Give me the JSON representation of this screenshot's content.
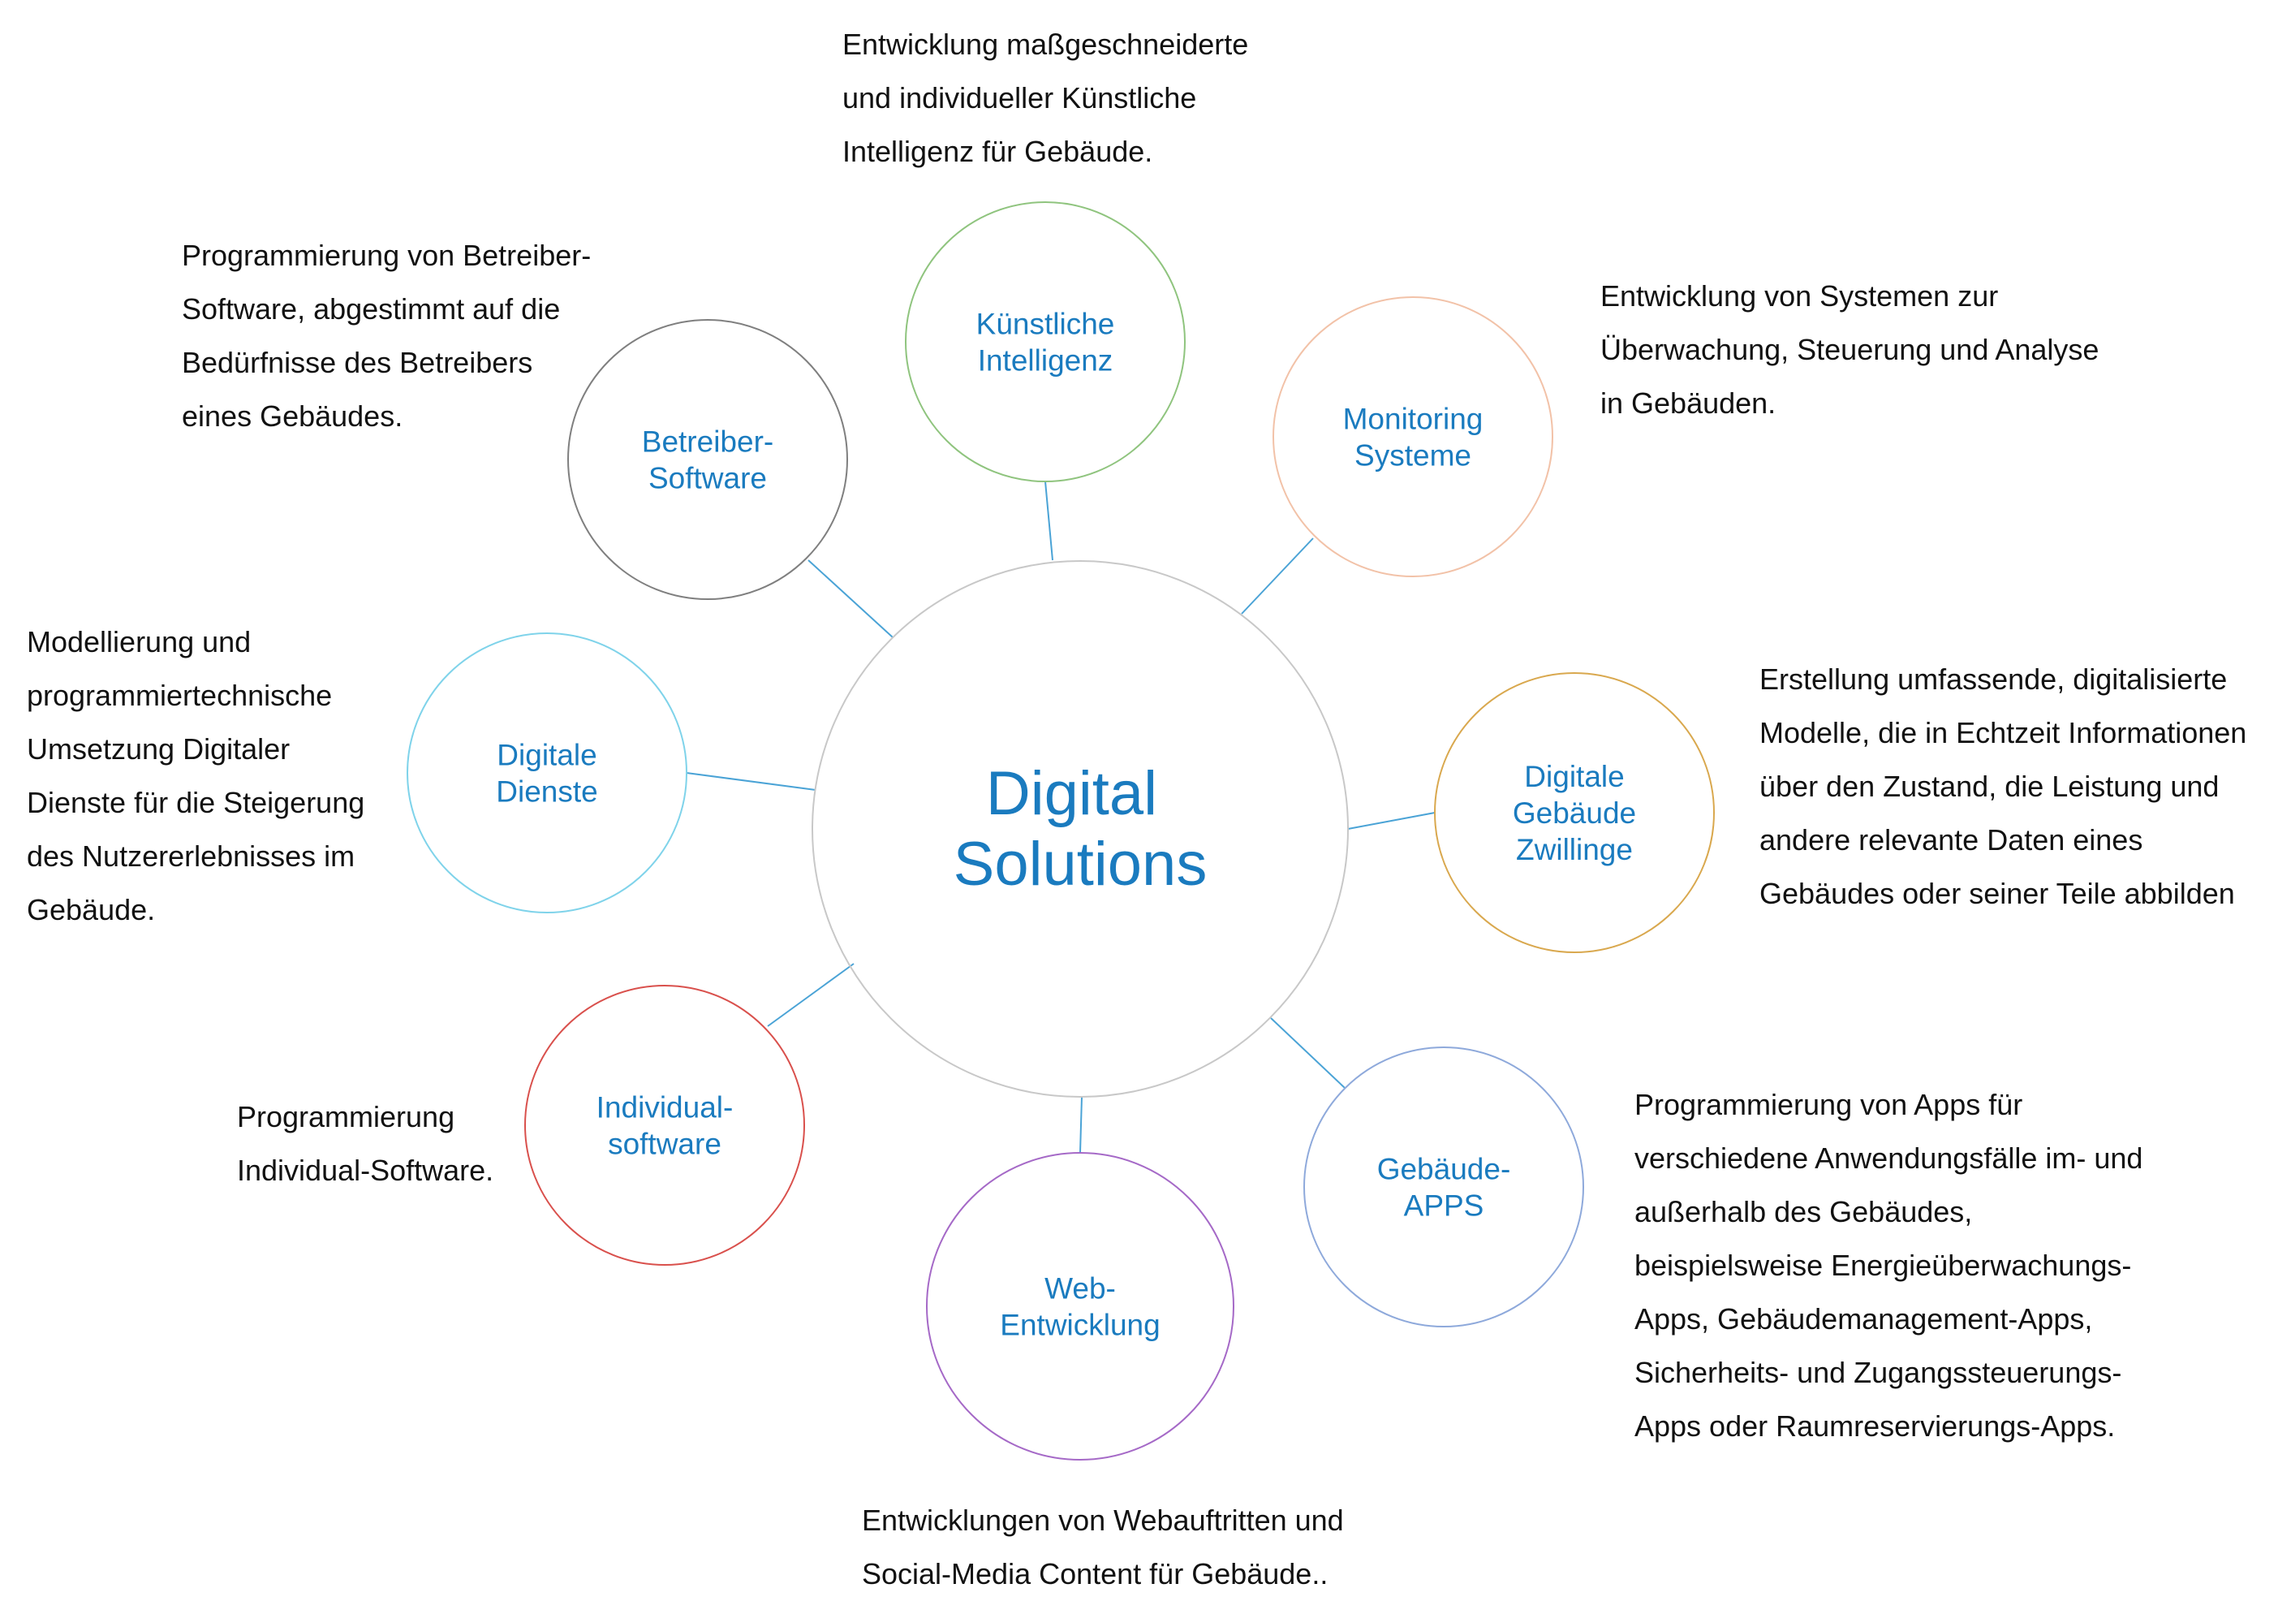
{
  "center": {
    "lines": [
      "Digital",
      "Solutions"
    ]
  },
  "nodes": [
    {
      "id": "kuenstliche-intelligenz",
      "lines": [
        "Künstliche",
        "Intelligenz"
      ],
      "color": "#8fc47e"
    },
    {
      "id": "monitoring-systeme",
      "lines": [
        "Monitoring",
        "Systeme"
      ],
      "color": "#f2c2a8"
    },
    {
      "id": "digitale-gebaeude-zwillinge",
      "lines": [
        "Digitale",
        "Gebäude",
        "Zwillinge"
      ],
      "color": "#d9a84e"
    },
    {
      "id": "gebaeude-apps",
      "lines": [
        "Gebäude-",
        "APPS"
      ],
      "color": "#8ea9db"
    },
    {
      "id": "web-entwicklung",
      "lines": [
        "Web-",
        "Entwicklung"
      ],
      "color": "#a569c7"
    },
    {
      "id": "individual-software",
      "lines": [
        "Individual-",
        "software"
      ],
      "color": "#d9504c"
    },
    {
      "id": "digitale-dienste",
      "lines": [
        "Digitale",
        "Dienste"
      ],
      "color": "#7fd3ea"
    },
    {
      "id": "betreiber-software",
      "lines": [
        "Betreiber-",
        "Software"
      ],
      "color": "#7f7f7f"
    }
  ],
  "descriptions": {
    "kuenstliche_intelligenz": [
      "Entwicklung maßgeschneiderte",
      "und individueller Künstliche",
      "Intelligenz für Gebäude."
    ],
    "monitoring_systeme": [
      "Entwicklung von Systemen zur",
      "Überwachung, Steuerung und Analyse",
      "in Gebäuden."
    ],
    "digitale_gebaeude_zwillinge": [
      "Erstellung umfassende, digitalisierte",
      "Modelle, die in Echtzeit Informationen",
      "über den Zustand, die Leistung und",
      "andere relevante Daten eines",
      "Gebäudes oder seiner Teile abbilden"
    ],
    "gebaeude_apps": [
      "Programmierung von Apps für",
      "verschiedene Anwendungsfälle im- und",
      "außerhalb des Gebäudes,",
      "beispielsweise Energieüberwachungs-",
      "Apps, Gebäudemanagement-Apps,",
      "Sicherheits- und Zugangssteuerungs-",
      "Apps oder Raumreservierungs-Apps."
    ],
    "web_entwicklung": [
      "Entwicklungen von Webauftritten und",
      "Social-Media Content für Gebäude.."
    ],
    "individual_software": [
      "Programmierung",
      "Individual-Software."
    ],
    "digitale_dienste": [
      "Modellierung und",
      "programmiertechnische",
      "Umsetzung Digitaler",
      "Dienste für die Steigerung",
      "des Nutzererlebnisses im",
      "Gebäude."
    ],
    "betreiber_software": [
      "Programmierung von Betreiber-",
      "Software, abgestimmt auf die",
      "Bedürfnisse des Betreibers",
      "eines Gebäudes."
    ]
  },
  "colors": {
    "label": "#1a7bbf",
    "connector": "#4aa3d6",
    "center_border": "#c8c8c8"
  }
}
